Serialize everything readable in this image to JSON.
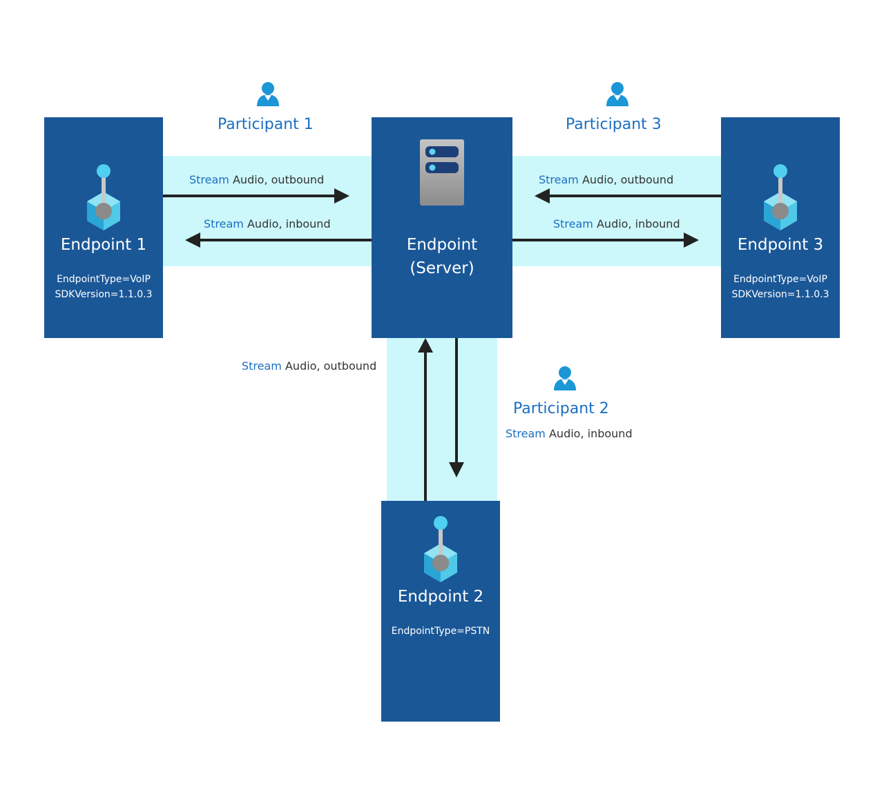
{
  "endpoints": {
    "ep1": {
      "title": "Endpoint 1",
      "meta1": "EndpointType=VoIP",
      "meta2": "SDKVersion=1.1.0.3"
    },
    "server": {
      "title1": "Endpoint",
      "title2": "(Server)"
    },
    "ep3": {
      "title": "Endpoint 3",
      "meta1": "EndpointType=VoIP",
      "meta2": "SDKVersion=1.1.0.3"
    },
    "ep2": {
      "title": "Endpoint 2",
      "meta1": "EndpointType=PSTN"
    }
  },
  "participants": {
    "p1": "Participant 1",
    "p2": "Participant 2",
    "p3": "Participant 3"
  },
  "streams": {
    "keyword": "Stream",
    "p1_out": "Audio, outbound",
    "p1_in": "Audio, inbound",
    "p3_out": "Audio, outbound",
    "p3_in": "Audio, inbound",
    "p2_out": "Audio, outbound",
    "p2_in": "Audio, inbound"
  },
  "icons": {
    "endpoint": "endpoint-cube-icon",
    "server": "server-icon",
    "participant": "user-icon"
  },
  "colors": {
    "box": "#1a5797",
    "band": "#ccf7fb",
    "accent": "#1b6ec2",
    "arrow": "#222222"
  }
}
